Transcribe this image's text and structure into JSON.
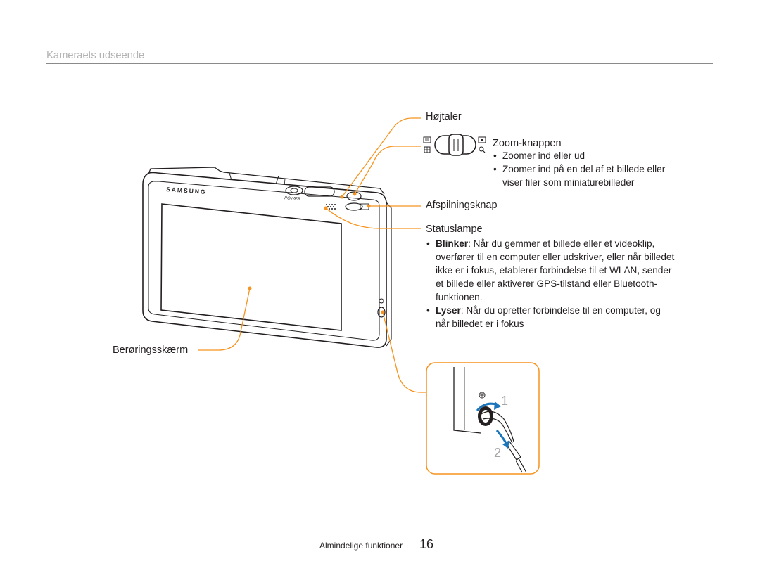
{
  "page": {
    "section_title": "Kameraets udseende",
    "footer_label": "Almindelige funktioner",
    "footer_page": "16"
  },
  "colors": {
    "callout": "#f7931e",
    "camera_body": "#ffffff",
    "camera_line": "#231f20",
    "rule": "#8a8a8a"
  },
  "camera": {
    "brand": "SAMSUNG",
    "power_label": "POWER"
  },
  "callouts": {
    "speaker": "Højtaler",
    "zoom": {
      "title": "Zoom-knappen",
      "bullets": [
        "Zoomer ind eller ud",
        "Zoomer ind på en del af et billede eller viser filer som miniaturebilleder"
      ]
    },
    "playback": "Afspilningsknap",
    "status_lamp": {
      "title": "Statuslampe",
      "blink_term": "Blinker",
      "blink_text": ": Når du gemmer et billede eller et videoklip, overfører til en computer eller udskriver, eller når billedet ikke er i fokus, etablerer forbindelse til et WLAN, sender et billede eller aktiverer GPS-tilstand eller Bluetooth-funktionen.",
      "light_term": "Lyser",
      "light_text": ": Når du opretter forbindelse til en computer, og når billedet er i fokus"
    },
    "touchscreen": "Berøringsskærm"
  },
  "strap_steps": [
    "1",
    "2"
  ]
}
